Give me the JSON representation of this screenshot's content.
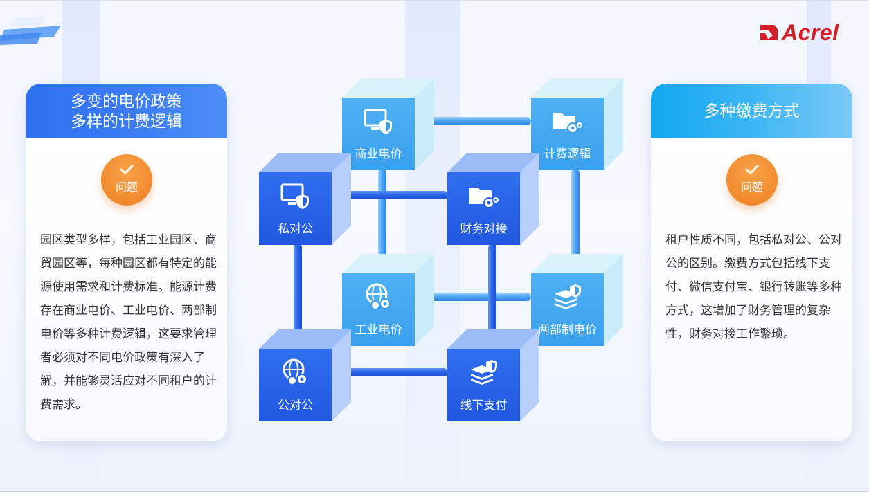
{
  "brand": {
    "name": "Acrel",
    "color": "#d51f26"
  },
  "left_card": {
    "title_line1": "多变的电价政策",
    "title_line2": "多样的计费逻辑",
    "badge_label": "问题",
    "body": "园区类型多样，包括工业园区、商贸园区等，每种园区都有特定的能源使用需求和计费标准。能源计费存在商业电价、工业电价、两部制电价等多种计费逻辑，这要求管理者必须对不同电价政策有深入了解，并能够灵活应对不同租户的计费需求。"
  },
  "right_card": {
    "title": "多种缴费方式",
    "badge_label": "问题",
    "body": "租户性质不同，包括私对公、公对公的区别。缴费方式包括线下支付、微信支付宝、银行转账等多种方式，这增加了财务管理的复杂性，财务对接工作繁琐。"
  },
  "diagram": {
    "nodes": [
      {
        "label": "商业电价",
        "icon": "monitor-shield-icon"
      },
      {
        "label": "计费逻辑",
        "icon": "folder-gears-icon"
      },
      {
        "label": "私对公",
        "icon": "monitor-shield-icon"
      },
      {
        "label": "财务对接",
        "icon": "folder-gears-icon"
      },
      {
        "label": "工业电价",
        "icon": "globe-gears-icon"
      },
      {
        "label": "两部制电价",
        "icon": "stack-shield-icon"
      },
      {
        "label": "公对公",
        "icon": "globe-gears-icon"
      },
      {
        "label": "线下支付",
        "icon": "stack-shield-icon"
      }
    ]
  },
  "colors": {
    "primary_blue": "#2f6df0",
    "light_blue": "#4aa3f0",
    "cyan": "#12a7f0",
    "badge_orange": "#f28a2e"
  }
}
